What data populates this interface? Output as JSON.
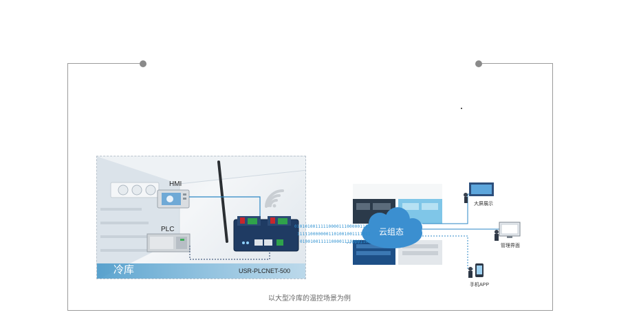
{
  "diagram": {
    "scene_label": "冷库",
    "hmi_label": "HMI",
    "plc_label": "PLC",
    "device_label": "USR-PLCNET-500",
    "cloud_label": "云组态",
    "binary_lines": [
      "01010100111110000111000001111",
      "1111100000001101001001111011",
      "010010011111000011100001101"
    ],
    "endpoints": {
      "screen_label": "大屏展示",
      "pc_label": "管理界面",
      "phone_label": "手机APP"
    },
    "caption": "以大型冷库的温控场景为例"
  },
  "colors": {
    "line_blue": "#2a86c4",
    "band_blue": "#4a9acb",
    "cloud_blue": "#3b8fd0",
    "frame_gray": "#9a9a9a"
  }
}
